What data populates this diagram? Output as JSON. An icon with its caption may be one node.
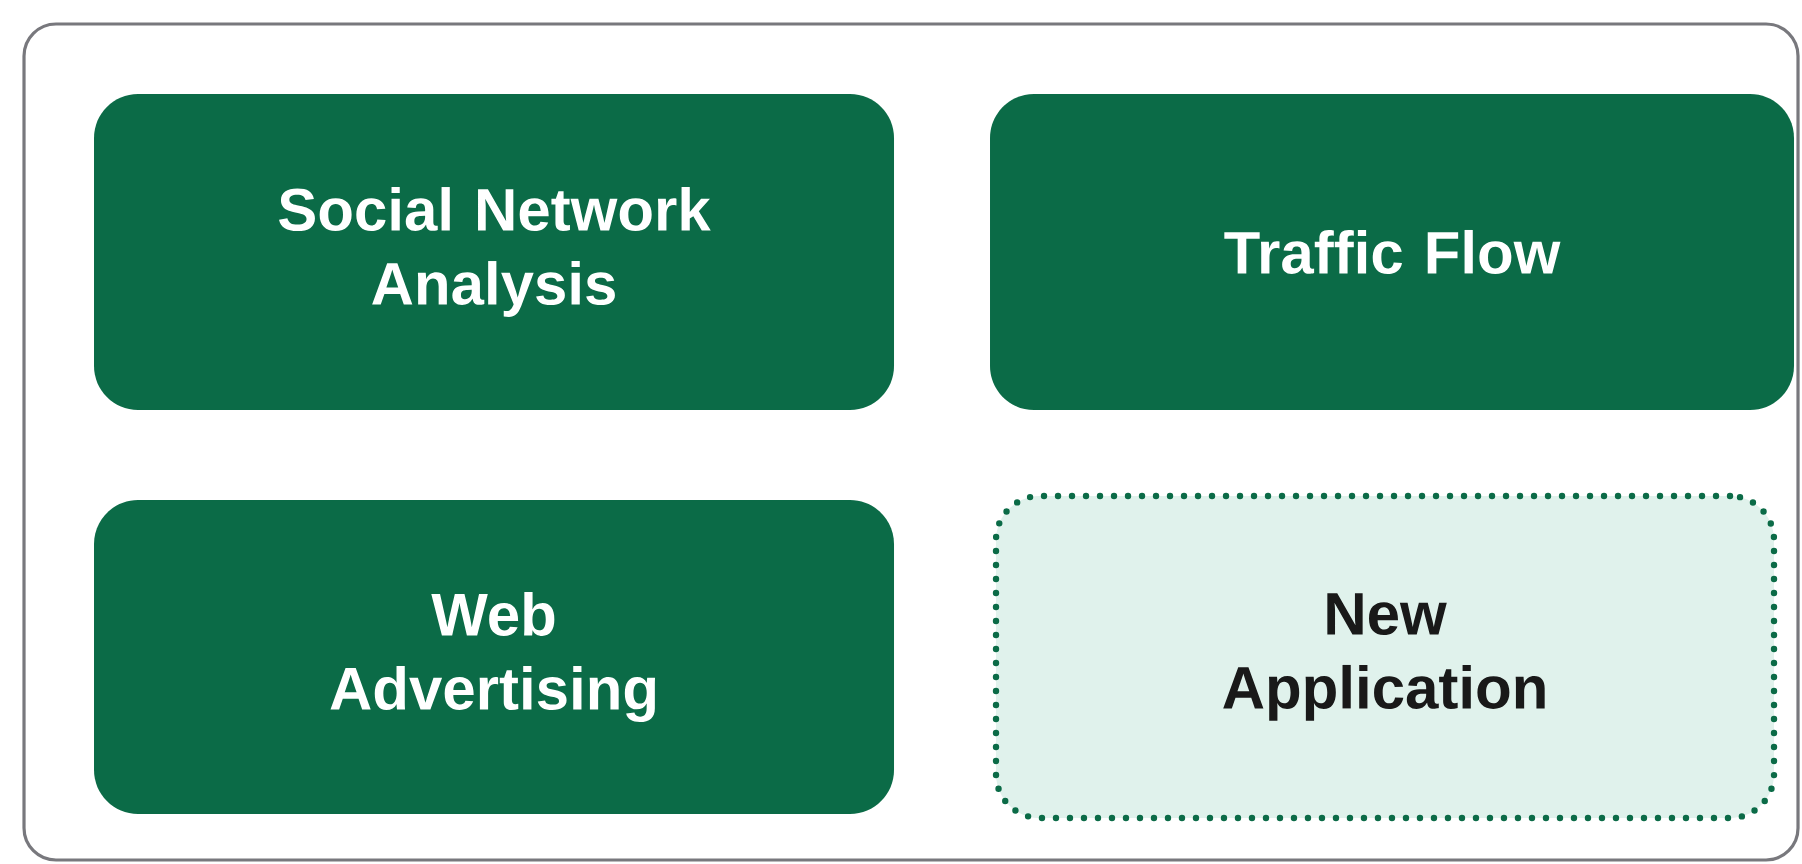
{
  "diagram": {
    "nodes": [
      {
        "text": [],
        "shape": "box"
      },
      {
        "text": [
          "Social Network Analysis"
        ],
        "in": 0
      },
      {
        "text": [
          "Traffic Flow"
        ],
        "in": 0
      },
      {
        "text": [
          "Web Advertising"
        ],
        "in": 0
      },
      {
        "text": [
          "New Application"
        ],
        "in": 0
      }
    ]
  }
}
